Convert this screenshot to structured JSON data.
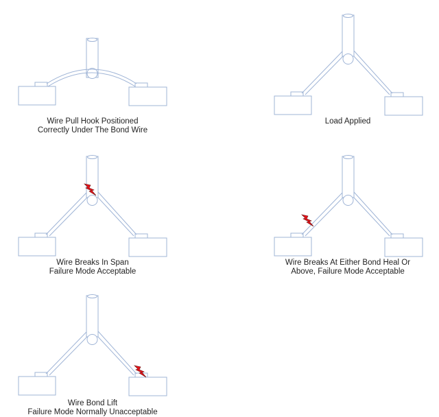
{
  "colors": {
    "outline": "#9fb4d6",
    "bolt": "#e8141b",
    "bolt_outline": "#6a0a0a",
    "text": "#222222"
  },
  "panels": [
    {
      "id": "hook-positioned",
      "caption_line1": "Wire Pull Hook Positioned",
      "caption_line2": "Correctly Under The Bond Wire",
      "break_location": "none"
    },
    {
      "id": "load-applied",
      "caption_line1": "Load Applied",
      "caption_line2": "",
      "break_location": "none"
    },
    {
      "id": "breaks-in-span",
      "caption_line1": "Wire Breaks In Span",
      "caption_line2": "Failure Mode Acceptable",
      "break_location": "span"
    },
    {
      "id": "breaks-at-heel",
      "caption_line1": "Wire Breaks At Either Bond Heal Or",
      "caption_line2": "Above, Failure Mode Acceptable",
      "break_location": "heel"
    },
    {
      "id": "bond-lift",
      "caption_line1": "Wire Bond Lift",
      "caption_line2": "Failure Mode Normally Unacceptable",
      "break_location": "bond"
    }
  ]
}
